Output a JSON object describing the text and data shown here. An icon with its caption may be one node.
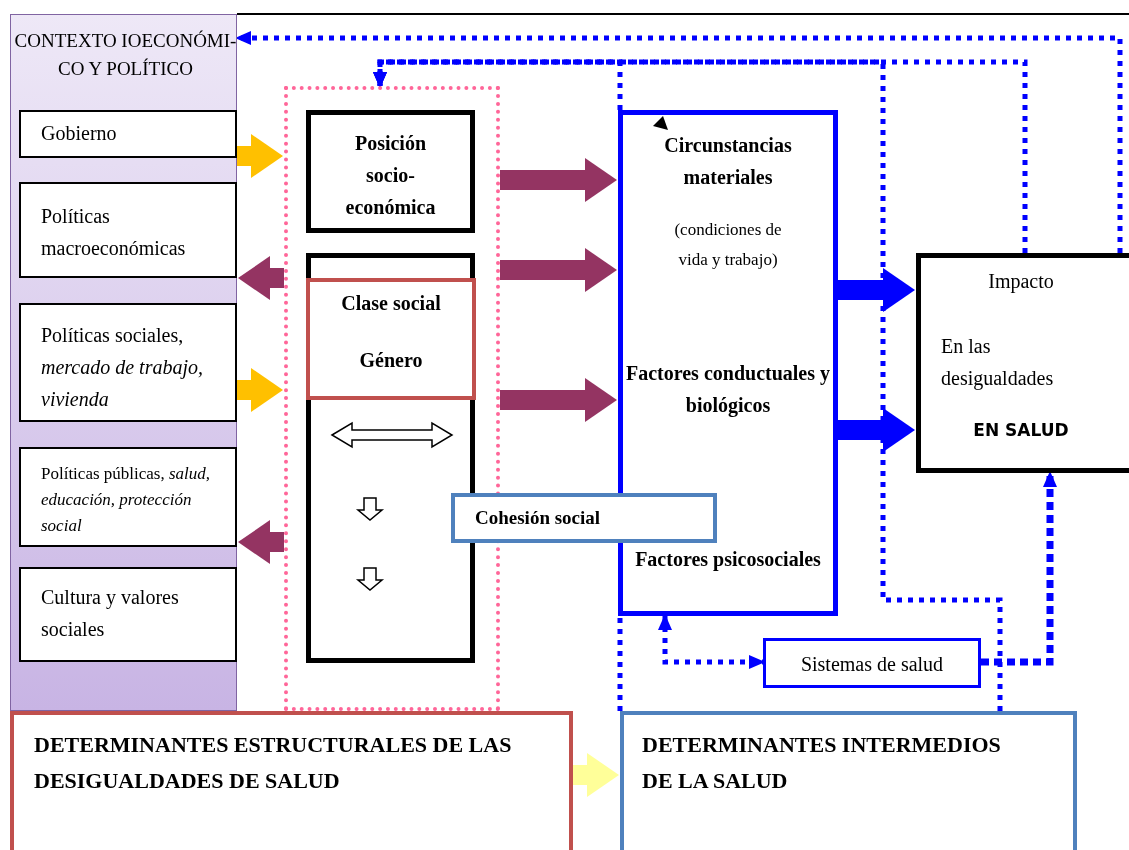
{
  "diagram": {
    "nodes": [
      {
        "text": [
          "CONTEXTO IOECONÓMI-CO Y POLÍTICO"
        ]
      },
      {
        "text": [
          "Gobierno"
        ],
        "in": 0
      },
      {
        "text": [
          "Políticas macroeconómicas"
        ],
        "in": 0
      },
      {
        "text": [
          "Políticas sociales, *mercado de trabajo, vivienda*"
        ],
        "in": 0
      },
      {
        "text": [
          "Políticas públicas, *salud, educación, protección social*"
        ],
        "in": 0
      },
      {
        "text": [
          "Cultura y valores sociales"
        ],
        "in": 0
      },
      {
        "text": [],
        "shape": "box"
      },
      {
        "text": [
          "Posición socio-económica"
        ],
        "in": 6
      },
      {
        "text": [],
        "shape": "box",
        "in": 6
      },
      {
        "text": [
          "Clase social",
          "Género"
        ],
        "in": 8
      },
      {
        "text": [
          "Circunstancias materiales",
          "(condiciones de vida y trabajo)",
          "Factores conductuales y biológicos",
          "Factores psicosociales"
        ]
      },
      {
        "text": [
          "Cohesión social"
        ]
      },
      {
        "text": [
          "Impacto",
          "En las desigualdades",
          "EN SALUD"
        ]
      },
      {
        "text": [
          "Sistemas de salud"
        ]
      },
      {
        "text": [
          "DETERMINANTES  ESTRUCTURALES DE LAS DESIGUALDADES DE SALUD"
        ]
      },
      {
        "text": [
          "DETERMINANTES INTERMEDIOS DE LA SALUD"
        ]
      }
    ],
    "edges": [
      {
        "from": 1,
        "to": 6,
        "arrow": "to",
        "color": "#ffc000"
      },
      {
        "from": 3,
        "to": 6,
        "arrow": "to",
        "color": "#ffc000"
      },
      {
        "from": 6,
        "to": 2,
        "arrow": "to",
        "color": "#943462"
      },
      {
        "from": 6,
        "to": 4,
        "arrow": "to",
        "color": "#943462"
      },
      {
        "from": 6,
        "to": 10,
        "arrow": "to",
        "color": "#943462"
      },
      {
        "from": 6,
        "to": 10,
        "arrow": "to",
        "color": "#943462"
      },
      {
        "from": 6,
        "to": 10,
        "arrow": "to",
        "color": "#943462"
      },
      {
        "from": 10,
        "to": 12,
        "arrow": "to",
        "color": "#0000ff"
      },
      {
        "from": 10,
        "to": 12,
        "arrow": "to",
        "color": "#0000ff"
      },
      {
        "from": 14,
        "to": 15,
        "arrow": "to",
        "color": "#ffff99"
      },
      {
        "from": 12,
        "to": 0,
        "arrow": "to",
        "style": "dashed",
        "color": "#0000ff"
      },
      {
        "from": 12,
        "to": 6,
        "arrow": "to",
        "style": "dashed",
        "color": "#0000ff"
      },
      {
        "from": 10,
        "to": 6,
        "arrow": "to",
        "style": "dashed",
        "color": "#0000ff"
      },
      {
        "from": 15,
        "to": 6,
        "arrow": "to",
        "style": "dashed",
        "color": "#0000ff"
      },
      {
        "from": 10,
        "to": 13,
        "arrow": "both",
        "style": "dashed",
        "color": "#0000ff"
      },
      {
        "from": 13,
        "to": 12,
        "arrow": "to",
        "style": "dashed",
        "color": "#0000ff"
      },
      {
        "from": 15,
        "to": 10,
        "arrow": "none",
        "style": "dashed",
        "color": "#0000ff"
      }
    ]
  }
}
